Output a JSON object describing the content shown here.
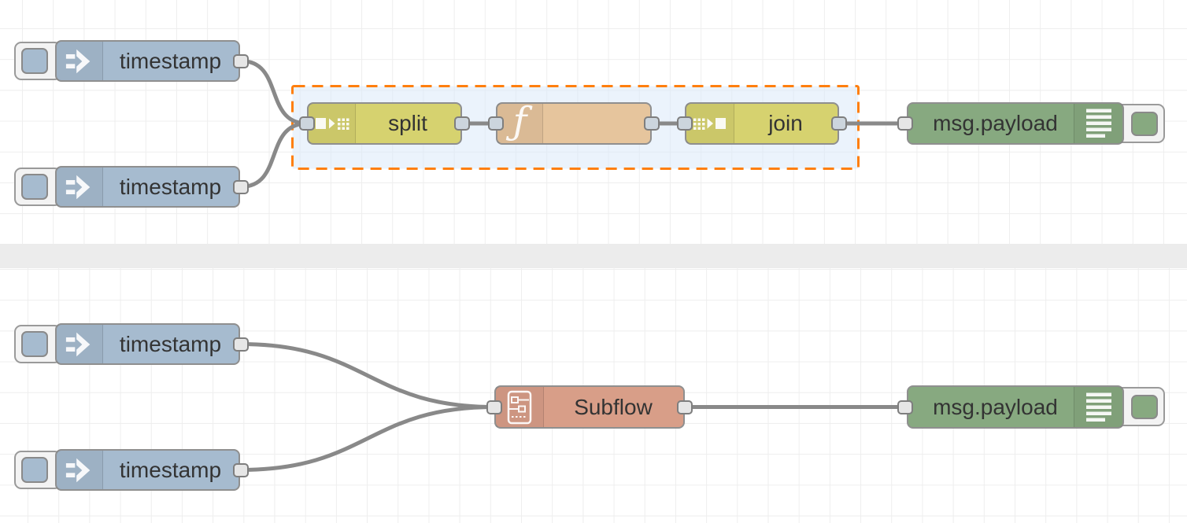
{
  "editor": {
    "name": "flow-editor-canvas",
    "grid_color": "#eeeeee",
    "divider_color": "#ececec",
    "wire_color": "#898989",
    "port_color_default": "#e6e6e6",
    "port_color_in_group": "#ccd5dd"
  },
  "group": {
    "selected": true,
    "border_color": "#ff7f0e",
    "fill_color": "#dbe9f9",
    "members": [
      "split",
      "function",
      "join"
    ]
  },
  "nodes": {
    "inject_top_1": {
      "type": "inject",
      "label": "timestamp",
      "color": "#a6bbcf",
      "icon": "arrow-right-icon",
      "has_button": true
    },
    "inject_top_2": {
      "type": "inject",
      "label": "timestamp",
      "color": "#a6bbcf",
      "icon": "arrow-right-icon",
      "has_button": true
    },
    "split": {
      "type": "split",
      "label": "split",
      "color": "#d6d26f",
      "icon": "split-icon"
    },
    "function": {
      "type": "function",
      "label": "",
      "color": "#e6c59d",
      "icon": "function-f-icon"
    },
    "join": {
      "type": "join",
      "label": "join",
      "color": "#d6d26f",
      "icon": "join-icon"
    },
    "debug_top": {
      "type": "debug",
      "label": "msg.payload",
      "color": "#87a980",
      "icon": "debug-lines-icon",
      "has_button": true
    },
    "inject_bottom_1": {
      "type": "inject",
      "label": "timestamp",
      "color": "#a6bbcf",
      "icon": "arrow-right-icon",
      "has_button": true
    },
    "inject_bottom_2": {
      "type": "inject",
      "label": "timestamp",
      "color": "#a6bbcf",
      "icon": "arrow-right-icon",
      "has_button": true
    },
    "subflow": {
      "type": "subflow",
      "label": "Subflow",
      "color": "#d89e88",
      "icon": "subflow-frame-icon"
    },
    "debug_bottom": {
      "type": "debug",
      "label": "msg.payload",
      "color": "#87a980",
      "icon": "debug-lines-icon",
      "has_button": true
    }
  },
  "wires": [
    {
      "from": "inject_top_1",
      "to": "split"
    },
    {
      "from": "inject_top_2",
      "to": "split"
    },
    {
      "from": "split",
      "to": "function"
    },
    {
      "from": "function",
      "to": "join"
    },
    {
      "from": "join",
      "to": "debug_top"
    },
    {
      "from": "inject_bottom_1",
      "to": "subflow"
    },
    {
      "from": "inject_bottom_2",
      "to": "subflow"
    },
    {
      "from": "subflow",
      "to": "debug_bottom"
    }
  ],
  "icons": {
    "function_glyph": "ƒ"
  }
}
